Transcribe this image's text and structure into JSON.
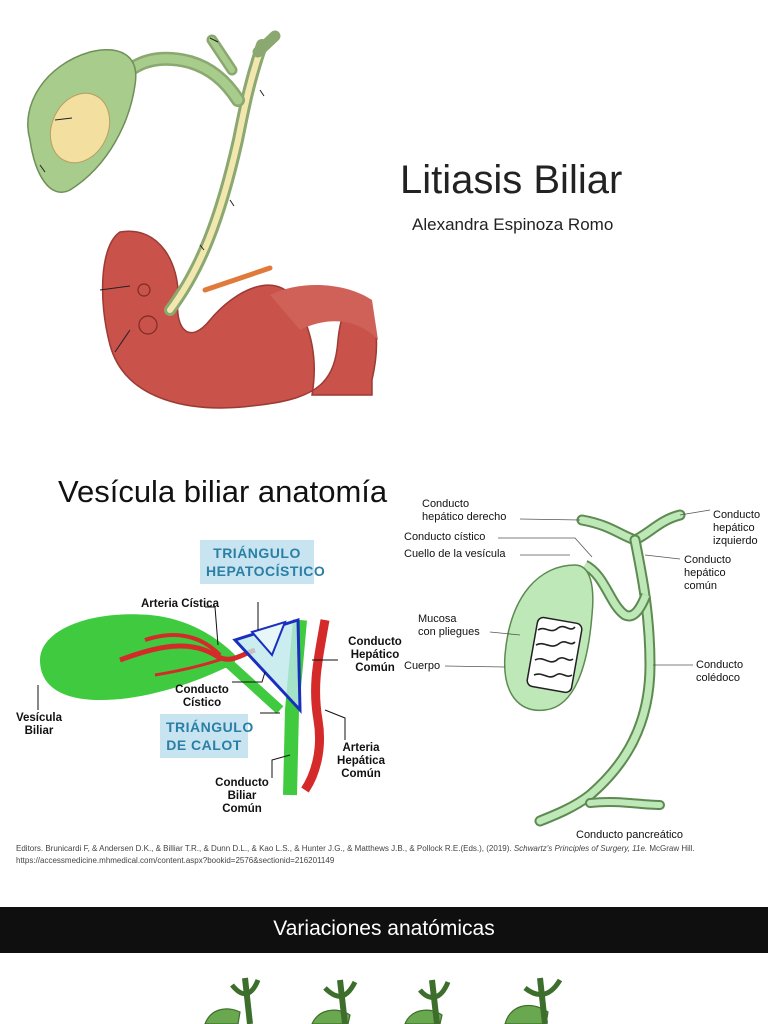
{
  "slide1": {
    "title": "Litiasis Biliar",
    "author": "Alexandra Espinoza Romo"
  },
  "slide2": {
    "title": "Vesícula biliar anatomía",
    "left_diagram": {
      "badge_top": "TRIÁNGULO\nHEPATOCÍSTICO",
      "badge_bottom": "TRIÁNGULO\nDE CALOT",
      "labels": {
        "arteria_cistica": "Arteria Cística",
        "conducto_hepatico_comun": "Conducto\nHepático\nComún",
        "conducto_cistico": "Conducto\nCístico",
        "vesicula_biliar": "Vesícula\nBiliar",
        "arteria_hepatica_comun": "Arteria\nHepática\nComún",
        "conducto_biliar_comun": "Conducto\nBiliar\nComún"
      }
    },
    "right_diagram": {
      "labels": {
        "hepatico_derecho": "Conducto\nhepático derecho",
        "cistico": "Conducto cístico",
        "cuello": "Cuello de la vesícula",
        "mucosa": "Mucosa\ncon pliegues",
        "cuerpo": "Cuerpo",
        "hepatico_izquierdo": "Conducto\nhepático\nizquierdo",
        "hepatico_comun": "Conducto\nhepático\ncomún",
        "coledoco": "Conducto\ncolédoco",
        "pancreatico": "Conducto pancreático"
      }
    },
    "citation": {
      "part1": "Editors. Brunicardi F, & Andersen D.K., & Billiar T.R., & Dunn D.L., & Kao L.S., & Hunter J.G., & Matthews J.B., & Pollock R.E.(Eds.), (2019). ",
      "italic": "Schwartz's Principles of Surgery, 11e.",
      "part2": " McGraw Hill. https://accessmedicine.mhmedical.com/content.aspx?bookid=2576&sectionid=216201149"
    }
  },
  "slide3": {
    "title": "Variaciones anatómicas"
  },
  "colors": {
    "gallbladder": "#a8cc8c",
    "duct": "#f3e7b0",
    "duodenum": "#c9524a",
    "green_vesicle": "#3fca3f",
    "artery_red": "#d42a2a",
    "light_green": "#bfe8b8",
    "banner": "#0f0f0f"
  }
}
